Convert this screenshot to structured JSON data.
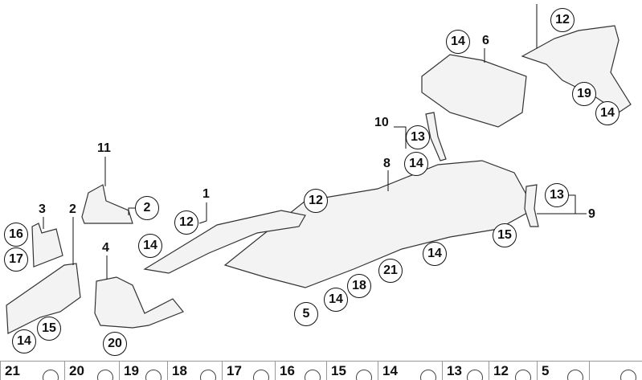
{
  "diagram": {
    "callouts": [
      "12",
      "14",
      "19",
      "14",
      "13",
      "14",
      "12",
      "2",
      "12",
      "16",
      "17",
      "14",
      "13",
      "15",
      "14",
      "21",
      "18",
      "14",
      "5",
      "15",
      "14",
      "20"
    ],
    "labels": [
      "6",
      "10",
      "8",
      "11",
      "1",
      "3",
      "2",
      "4",
      "9"
    ]
  },
  "parts_strip": {
    "items": [
      "21",
      "20",
      "19",
      "18",
      "17",
      "16",
      "15",
      "14",
      "13",
      "12",
      "5",
      ""
    ]
  }
}
